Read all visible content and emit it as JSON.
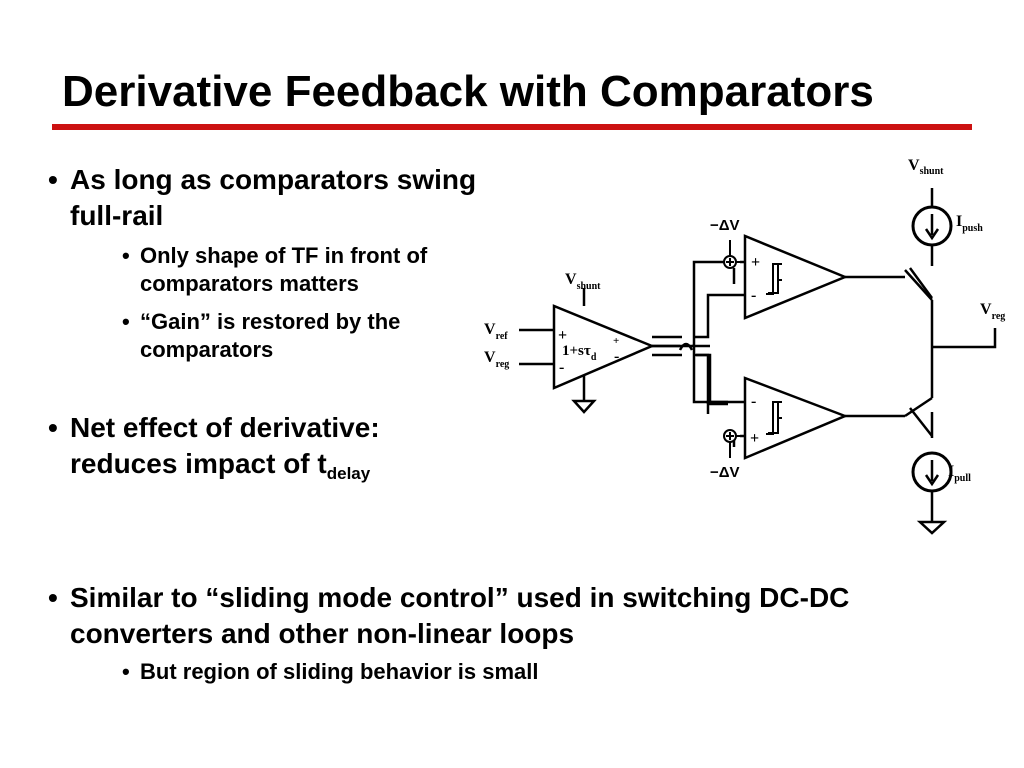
{
  "slide": {
    "title": "Derivative Feedback with Comparators",
    "accent_color": "#cc1111"
  },
  "bullets_left": {
    "b1": {
      "text": "As long as comparators swing full-rail"
    },
    "b1_sub": [
      {
        "text": "Only shape of TF in front of comparators matters"
      },
      {
        "text": "“Gain” is restored by the comparators"
      }
    ],
    "b2": {
      "text": "Net effect of derivative: reduces impact of t",
      "subscript": "delay"
    }
  },
  "bullets_bottom": {
    "b3": {
      "text": "Similar to “sliding mode control” used in switching DC-DC converters and other non-linear loops"
    },
    "b3_sub": [
      {
        "text": "But region of sliding behavior is small"
      }
    ]
  },
  "diagram": {
    "v_shunt_top": {
      "main": "V",
      "sub": "shunt"
    },
    "v_shunt_amp": {
      "main": "V",
      "sub": "shunt"
    },
    "i_push": {
      "main": "I",
      "sub": "push"
    },
    "i_pull": {
      "main": "I",
      "sub": "pull"
    },
    "v_reg_out": {
      "main": "V",
      "sub": "reg"
    },
    "v_ref_in": {
      "main": "V",
      "sub": "ref"
    },
    "v_reg_in": {
      "main": "V",
      "sub": "reg"
    },
    "delta_v_top": "−ΔV",
    "delta_v_bottom": "−ΔV",
    "amp_tf": {
      "main": "1+sτ",
      "sub": "d"
    },
    "bullet_dot": "•",
    "sign_plus": "+",
    "sign_minus": "-"
  }
}
